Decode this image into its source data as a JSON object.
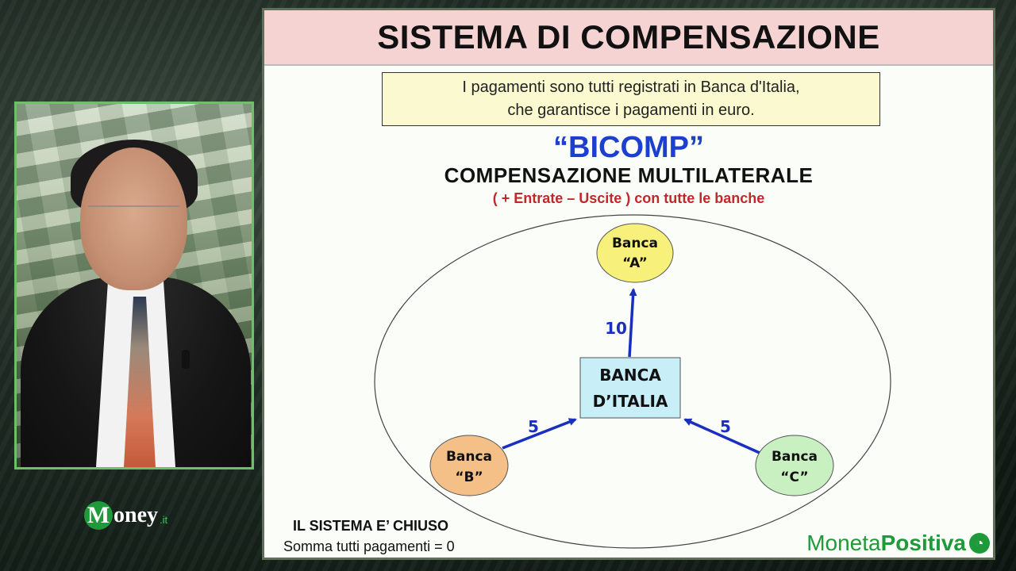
{
  "slide": {
    "title": "SISTEMA DI COMPENSAZIONE",
    "info_lines": [
      "I pagamenti sono tutti registrati in Banca d'Italia,",
      "che garantisce i pagamenti in euro."
    ],
    "heading": "“BICOMP”",
    "subheading": "COMPENSAZIONE MULTILATERALE",
    "note": "( + Entrate – Uscite ) con tutte le banche",
    "center_node": [
      "BANCA",
      "D’ITALIA"
    ],
    "nodes": {
      "a": {
        "lines": [
          "Banca",
          "“A”"
        ],
        "color": "#f7f07a"
      },
      "b": {
        "lines": [
          "Banca",
          "“B”"
        ],
        "color": "#f5c088"
      },
      "c": {
        "lines": [
          "Banca",
          "“C”"
        ],
        "color": "#c8f0c0"
      }
    },
    "edges": {
      "to_a": "10",
      "from_b": "5",
      "from_c": "5"
    },
    "closed_title": "IL SISTEMA E’ CHIUSO",
    "closed_sub": "Somma tutti pagamenti = 0"
  },
  "branding": {
    "money_m": "M",
    "money_rest": "oney",
    "money_suffix": ".it",
    "mp_moneta": "Moneta",
    "mp_positiva": "Positiva"
  },
  "colors": {
    "title_bar": "#f6d3d3",
    "info_box": "#fbf9cf",
    "bicomp": "#1c3fd0",
    "note": "#c0282a",
    "arrow": "#1a2fc0",
    "center_box": "#c8eef8",
    "brand_green": "#1f9a3a"
  }
}
